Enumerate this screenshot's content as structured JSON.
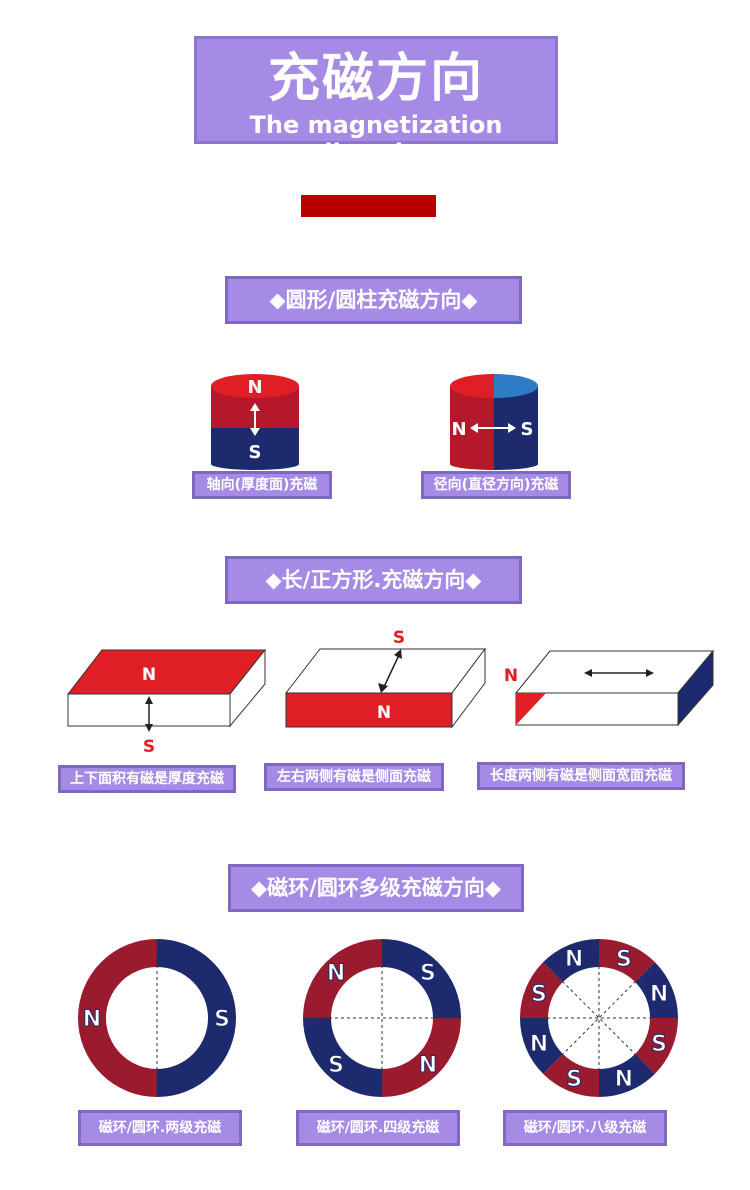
{
  "header": {
    "title_cn": "充磁方向",
    "title_en": "The magnetization direction"
  },
  "sections": {
    "round": {
      "heading": "◆圆形/圆柱充磁方向◆",
      "items": [
        {
          "caption": "轴向(厚度面)充磁",
          "pole_top": "N",
          "pole_bottom": "S"
        },
        {
          "caption": "径向(直径方向)充磁",
          "pole_left": "N",
          "pole_right": "S"
        }
      ]
    },
    "square": {
      "heading": "◆长/正方形.充磁方向◆",
      "items": [
        {
          "caption": "上下面积有磁是厚度充磁",
          "pole_n": "N",
          "pole_s": "S"
        },
        {
          "caption": "左右两侧有磁是侧面充磁",
          "pole_n": "N",
          "pole_s": "S"
        },
        {
          "caption": "长度两侧有磁是侧面宽面充磁",
          "pole_n": "N"
        }
      ]
    },
    "ring": {
      "heading": "◆磁环/圆环多级充磁方向◆",
      "items": [
        {
          "caption": "磁环/圆环.两级充磁",
          "labels": [
            "N",
            "S"
          ]
        },
        {
          "caption": "磁环/圆环.四级充磁",
          "labels": [
            "N",
            "S",
            "S",
            "N"
          ]
        },
        {
          "caption": "磁环/圆环.八级充磁",
          "labels": [
            "N",
            "S",
            "N",
            "S",
            "N",
            "S",
            "N",
            "S"
          ]
        }
      ]
    }
  },
  "colors": {
    "red": "#d42020",
    "dark_red": "#9b1b2e",
    "navy": "#1e2a6e",
    "purple": "#a58be6"
  }
}
